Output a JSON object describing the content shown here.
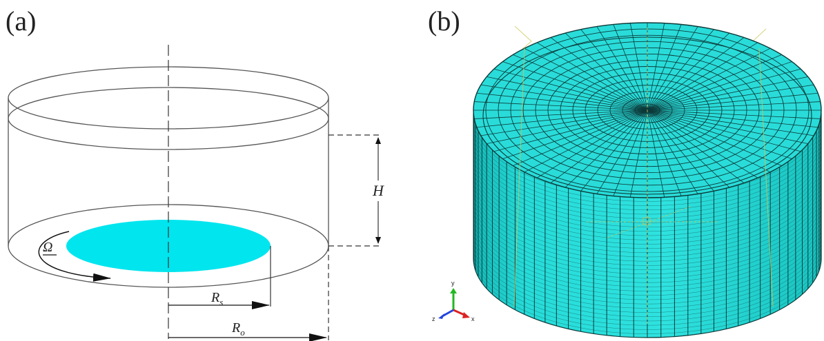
{
  "panel_a": {
    "label": "(a)",
    "symbols": {
      "height": "H",
      "omega": "Ω",
      "radius_s": "R",
      "radius_s_sub": "s",
      "radius_o": "R",
      "radius_o_sub": "o"
    },
    "colors": {
      "disk": "#00e5ee",
      "line": "#555555"
    }
  },
  "panel_b": {
    "label": "(b)",
    "triad": {
      "x": "x",
      "y": "y",
      "z": "z"
    },
    "colors": {
      "mesh_fill": "#1fd6d3",
      "mesh_line": "#0d3b3b",
      "guide": "#d8d27a"
    }
  }
}
